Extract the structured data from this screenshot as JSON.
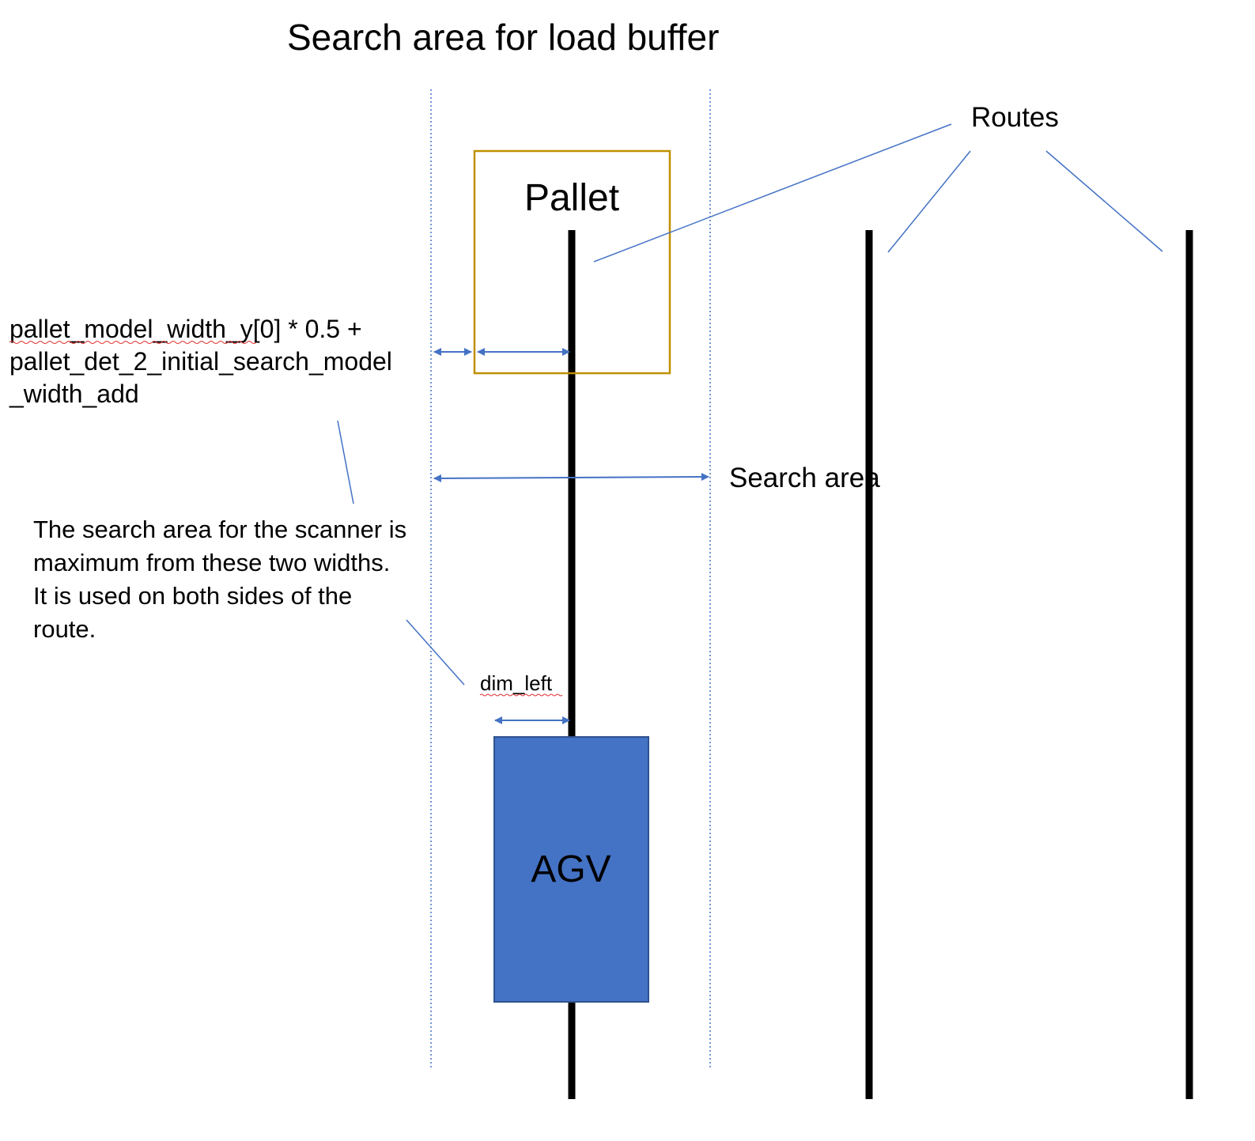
{
  "title": "Search area for load buffer",
  "labels": {
    "routes": "Routes",
    "pallet": "Pallet",
    "agv": "AGV",
    "search_area": "Search area",
    "dim_left": "dim_left",
    "formula": [
      "pallet_model_width_y[0] * 0.5 +",
      "pallet_det_2_initial_search_model",
      "_width_add"
    ],
    "note": [
      "The search area for the scanner is",
      "maximum from these two widths.",
      "It is used on both sides of the",
      "route."
    ]
  },
  "colors": {
    "route": "#000000",
    "pallet_border": "#BF9000",
    "agv_fill": "#4472C4",
    "agv_border": "#2F528F",
    "arrow": "#4472C4",
    "callout": "#4472C4",
    "search_boundary": "#4472C4"
  }
}
